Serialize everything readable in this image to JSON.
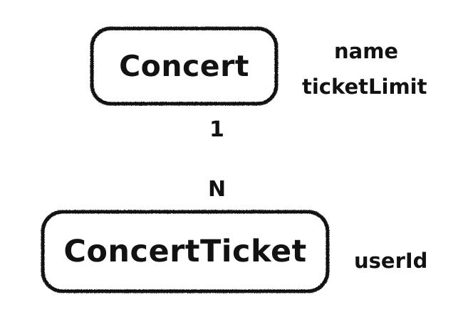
{
  "diagram": {
    "type": "entity-relationship",
    "style": "hand-drawn-sketch",
    "background_color": "#ffffff",
    "stroke_color": "#121212",
    "connector_color": "#808080",
    "entities": [
      {
        "id": "concert",
        "label": "Concert",
        "attributes": [
          "name",
          "ticketLimit"
        ]
      },
      {
        "id": "concertticket",
        "label": "ConcertTicket",
        "attributes": [
          "userId"
        ]
      }
    ],
    "relationship": {
      "from": "Concert",
      "to": "ConcertTicket",
      "from_cardinality": "1",
      "to_cardinality": "N"
    },
    "attributes": {
      "concert_name": "name",
      "concert_ticket_limit": "ticketLimit",
      "ticket_user_id": "userId"
    }
  }
}
